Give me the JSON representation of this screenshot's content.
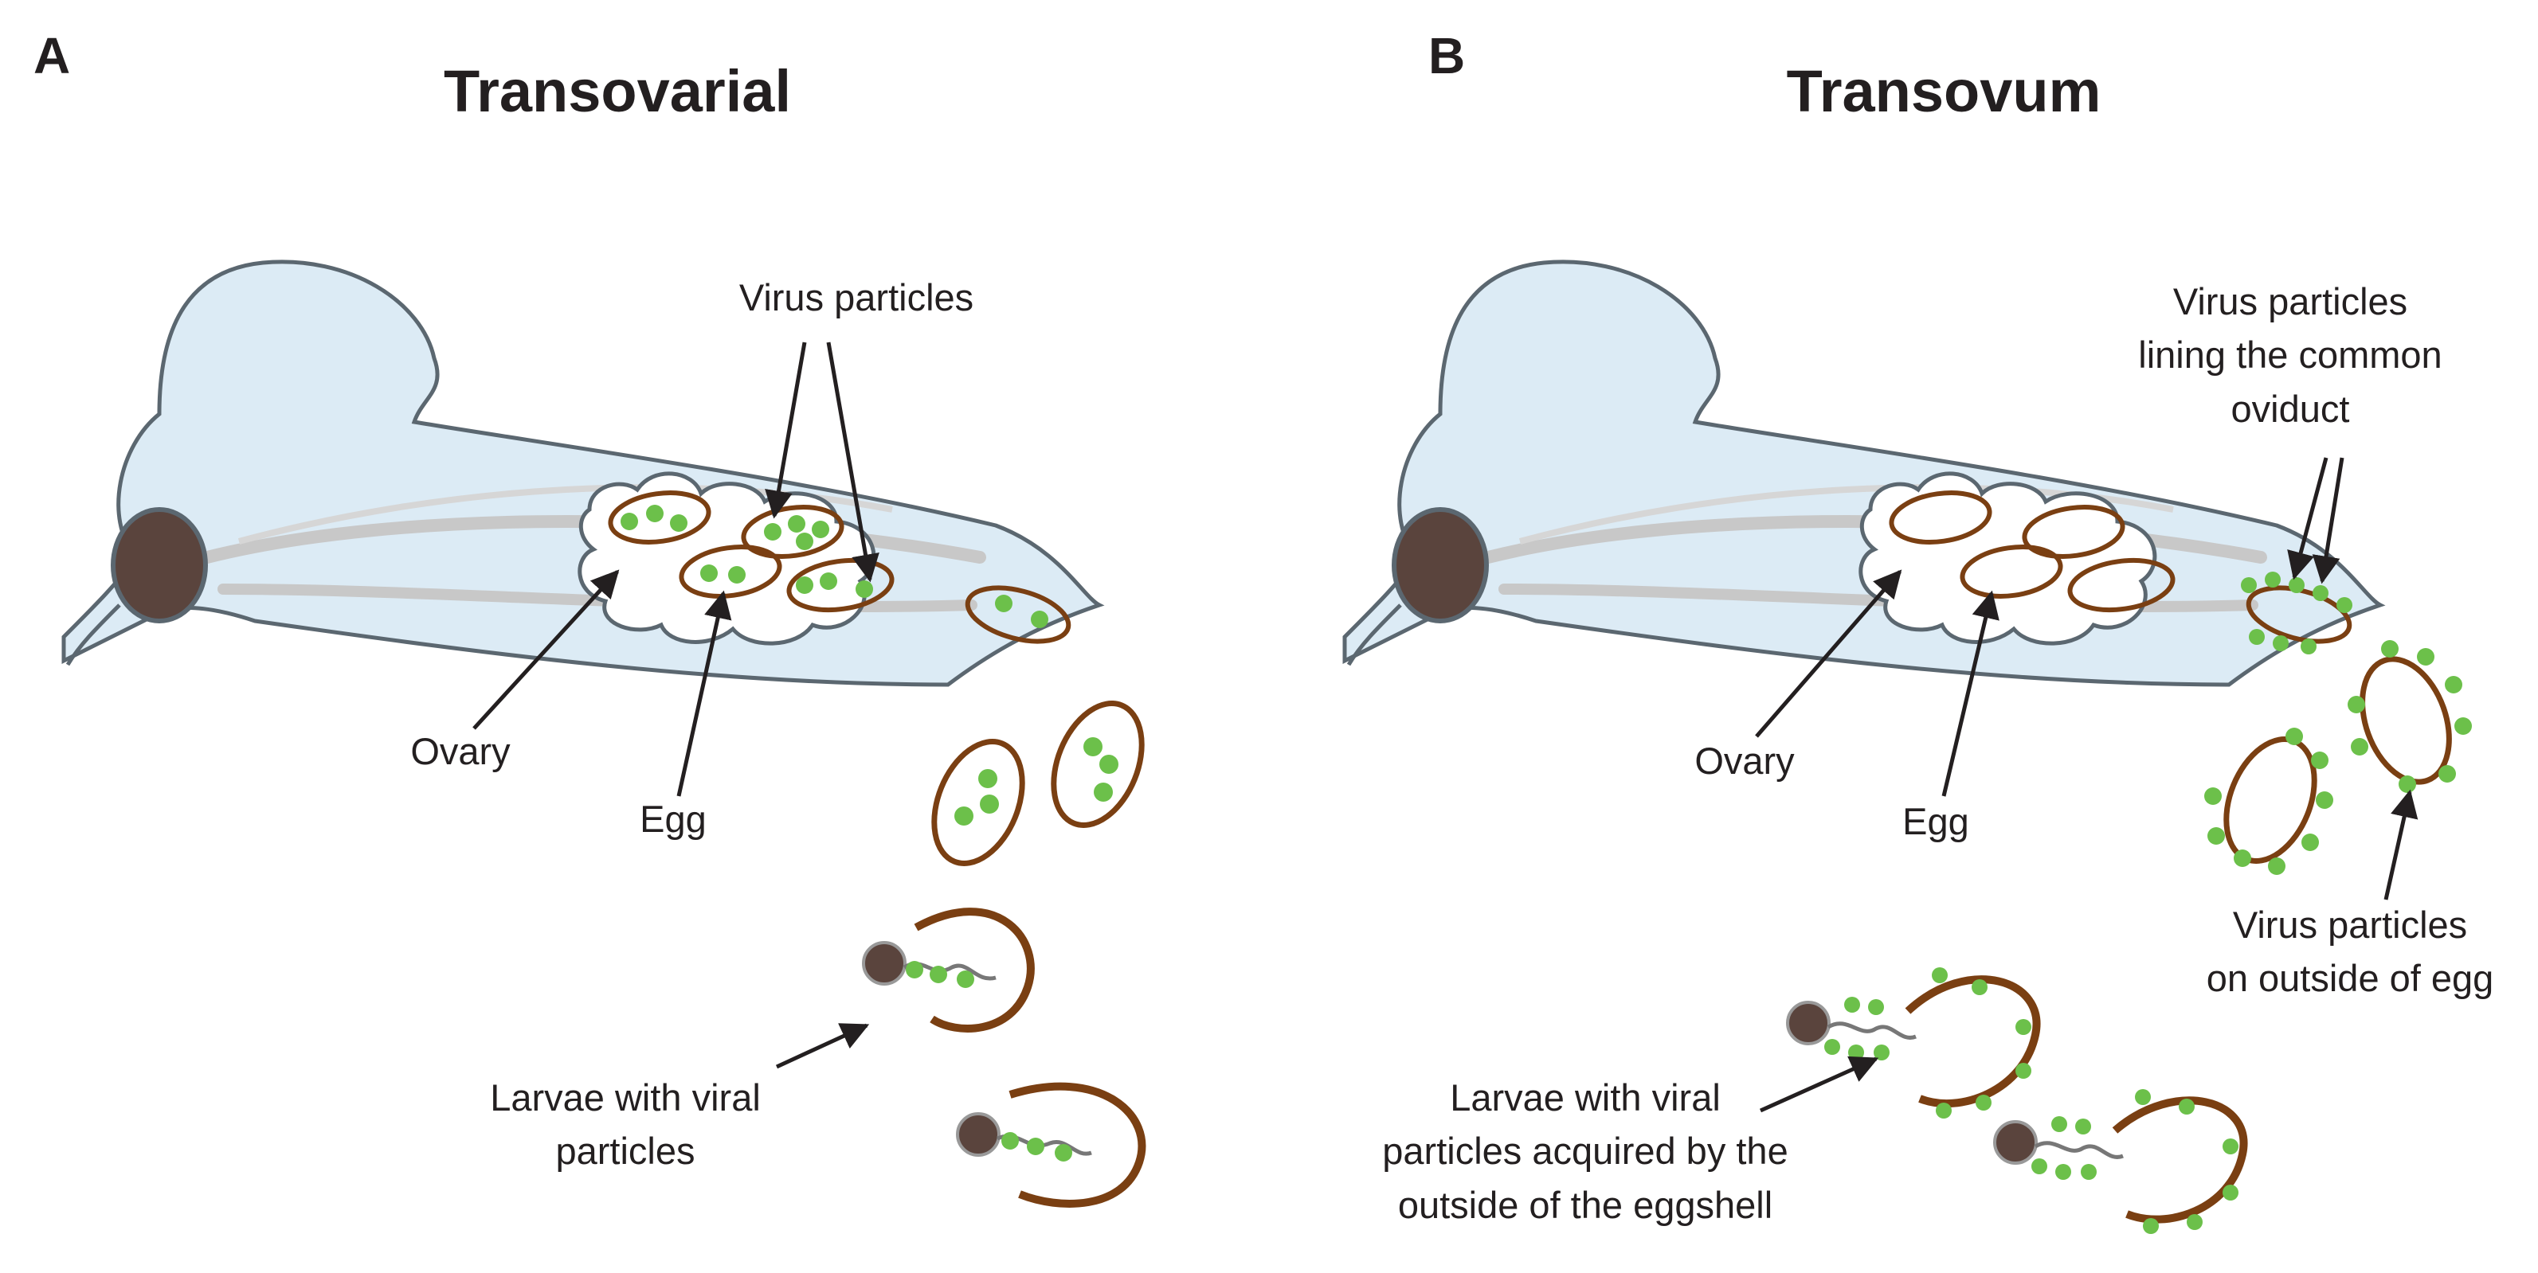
{
  "colors": {
    "body_fill": "#dcebf5",
    "body_stroke": "#5b6770",
    "head": "#5a443d",
    "egg_stroke": "#7a3f12",
    "virus": "#6cc04a",
    "tract": "#c8c8c8"
  },
  "panel_a": {
    "letter": "A",
    "title": "Transovarial",
    "label_virus": "Virus particles",
    "label_ovary": "Ovary",
    "label_egg": "Egg",
    "label_larvae_1": "Larvae with viral",
    "label_larvae_2": "particles"
  },
  "panel_b": {
    "letter": "B",
    "title": "Transovum",
    "label_lining_1": "Virus particles",
    "label_lining_2": "lining the common",
    "label_lining_3": "oviduct",
    "label_ovary": "Ovary",
    "label_egg": "Egg",
    "label_outside_1": "Virus particles",
    "label_outside_2": "on outside of egg",
    "label_larvae_1": "Larvae with viral",
    "label_larvae_2": "particles acquired by the",
    "label_larvae_3": "outside of the eggshell"
  }
}
